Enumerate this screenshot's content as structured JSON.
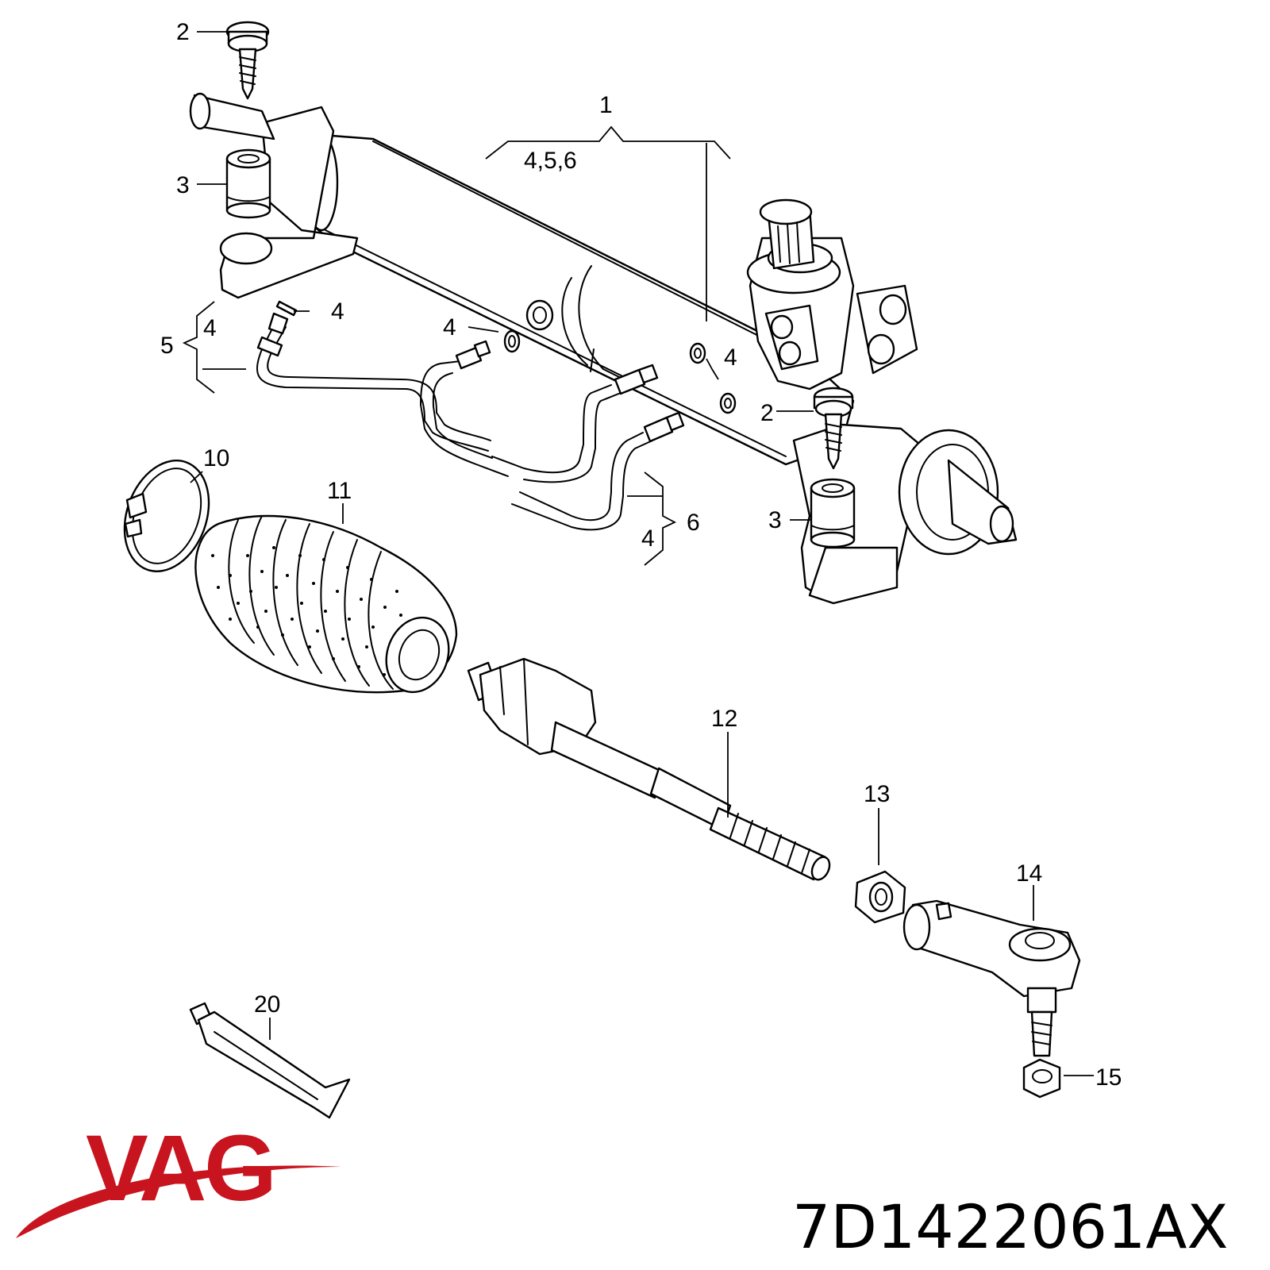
{
  "diagram": {
    "labels": {
      "l1": "1",
      "l456": "4,5,6",
      "l2a": "2",
      "l2b": "2",
      "l3a": "3",
      "l3b": "3",
      "l4a": "4",
      "l4b": "4",
      "l4c": "4",
      "l4d": "4",
      "l4e": "4",
      "l5": "5",
      "l6": "6",
      "l10": "10",
      "l11": "11",
      "l12": "12",
      "l13": "13",
      "l14": "14",
      "l15": "15",
      "l20": "20"
    }
  },
  "brand": {
    "logo_text": "VAG",
    "logo_color": "#c8141e",
    "part_number": "7D1422061AX"
  }
}
